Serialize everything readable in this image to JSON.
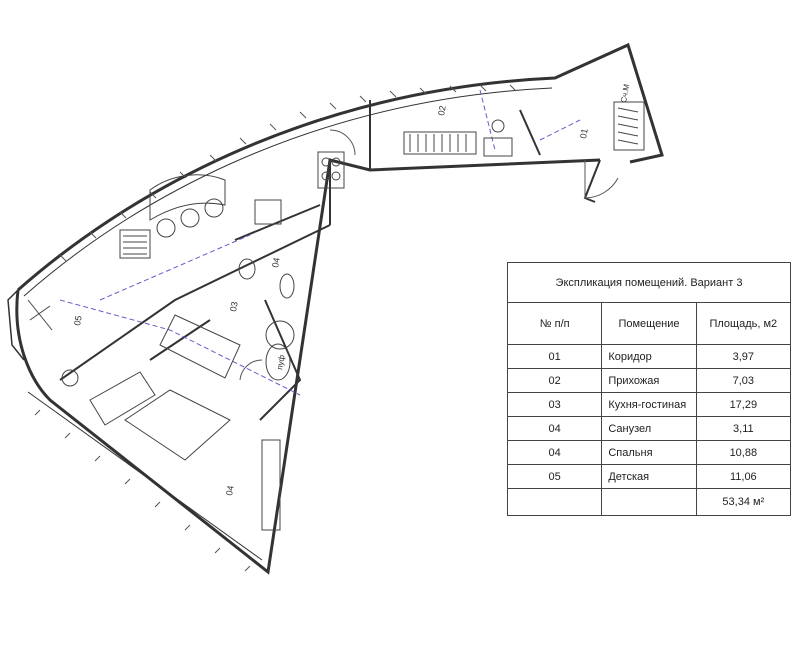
{
  "plan": {
    "room_labels": {
      "r01": "01",
      "r02": "02",
      "r03": "03",
      "r04a": "04",
      "r04b": "04",
      "r05": "05"
    },
    "pouf_label": "пуф",
    "meter_label": "Сч.М"
  },
  "table": {
    "title": "Экспликация помещений. Вариант 3",
    "columns": [
      "№ п/п",
      "Помещение",
      "Площадь, м2"
    ],
    "rows": [
      {
        "num": "01",
        "name": "Коридор",
        "area": "3,97"
      },
      {
        "num": "02",
        "name": "Прихожая",
        "area": "7,03"
      },
      {
        "num": "03",
        "name": "Кухня-гостиная",
        "area": "17,29"
      },
      {
        "num": "04",
        "name": "Санузел",
        "area": "3,11"
      },
      {
        "num": "04",
        "name": "Спальня",
        "area": "10,88"
      },
      {
        "num": "05",
        "name": "Детская",
        "area": "11,06"
      }
    ],
    "total": "53,34 м²"
  }
}
